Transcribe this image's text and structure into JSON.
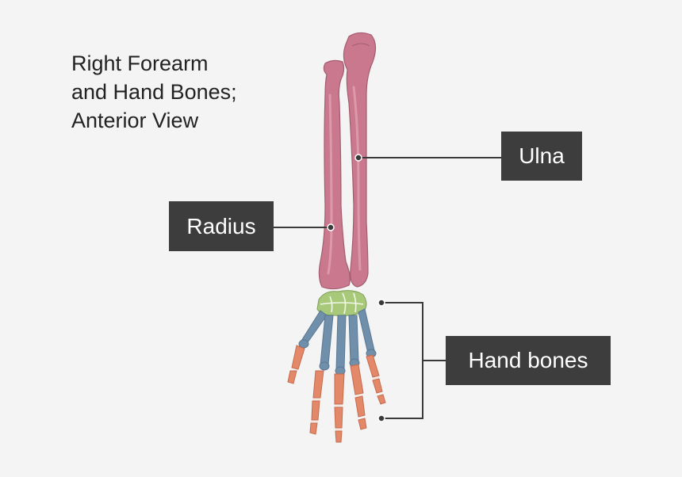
{
  "title": {
    "line1": "Right Forearm",
    "line2": "and Hand Bones;",
    "line3": "Anterior View"
  },
  "labels": {
    "radius": "Radius",
    "ulna": "Ulna",
    "hand_bones": "Hand bones"
  },
  "colors": {
    "background": "#f4f4f4",
    "forearm_bones": "#c9788d",
    "carpals": "#a8c97a",
    "metacarpals": "#6f8fab",
    "phalanges": "#e3896a",
    "label_box": "#3d3d3d",
    "leader_line": "#3a3a3a"
  }
}
